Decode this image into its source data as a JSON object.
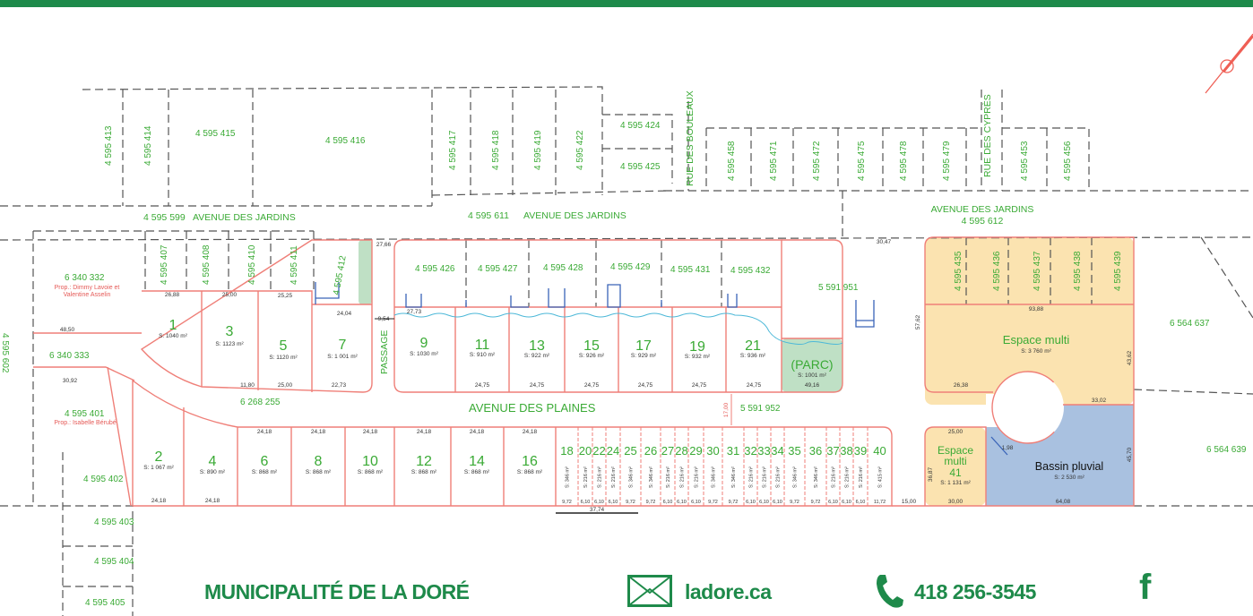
{
  "colors": {
    "brand_green": "#1e8a4a",
    "label_green": "#3aaa35",
    "lot_line": "#ef7f78",
    "multi_yellow": "#fbe3b0",
    "park_green": "#bfe0c5",
    "basin_blue": "#a9c1e0"
  },
  "top_lots": {
    "l413": "4 595 413",
    "l414": "4 595 414",
    "l415": "4 595 415",
    "l416": "4 595 416",
    "l417": "4 595 417",
    "l418": "4 595 418",
    "l419": "4 595 419",
    "l422": "4 595 422",
    "l424": "4 595 424",
    "l425": "4 595 425",
    "l458": "4 595 458",
    "l471": "4 595 471",
    "l472": "4 595 472",
    "l475": "4 595 475",
    "l478": "4 595 478",
    "l479": "4 595 479",
    "l453": "4 595 453",
    "l456": "4 595 456"
  },
  "streets": {
    "jardins_left_id": "4 595 599",
    "jardins_left": "AVENUE DES JARDINS",
    "jardins_mid_id": "4 595 611",
    "jardins_mid": "AVENUE DES JARDINS",
    "jardins_right": "AVENUE DES JARDINS",
    "jardins_right_id": "4 595 612",
    "bouleaux": "RUE DES BOULEAUX",
    "cypres": "RUE DES CYPRÈS",
    "plaines": "AVENUE DES PLAINES",
    "plaines_id": "5 591 952",
    "road_west_id": "6 268 255",
    "passage": "PASSAGE"
  },
  "middle_lots": {
    "l407": "4 595 407",
    "l408": "4 595 408",
    "l410": "4 595 410",
    "l411": "4 595 411",
    "l412": "4 595 412",
    "l426": "4 595 426",
    "l427": "4 595 427",
    "l428": "4 595 428",
    "l429": "4 595 429",
    "l431": "4 595 431",
    "l432": "4 595 432",
    "l951": "5 591 951",
    "l435": "4 595 435",
    "l436": "4 595 436",
    "l437": "4 595 437",
    "l438": "4 595 438",
    "l439": "4 595 439"
  },
  "west_lots": {
    "l332": "6 340 332",
    "l332_owner1": "Prop.: Dimmy Lavoie et",
    "l332_owner2": "Valentine Asselin",
    "l333": "6 340 333",
    "l401": "4 595 401",
    "l401_owner": "Prop.: Isabelle Bérubé",
    "l402": "4 595 402",
    "l403": "4 595 403",
    "l404": "4 595 404",
    "l405": "4 595 405",
    "l602": "4 595 602"
  },
  "east_lots": {
    "l637": "6 564 637",
    "l639": "6 564 639"
  },
  "north_row": [
    {
      "num": "1",
      "area": "S: 1040 m²"
    },
    {
      "num": "3",
      "area": "S: 1123 m²"
    },
    {
      "num": "5",
      "area": "S: 1120 m²"
    },
    {
      "num": "7",
      "area": "S: 1 001 m²"
    },
    {
      "num": "9",
      "area": "S: 1030 m²"
    },
    {
      "num": "11",
      "area": "S: 910 m²"
    },
    {
      "num": "13",
      "area": "S: 922 m²"
    },
    {
      "num": "15",
      "area": "S: 926 m²"
    },
    {
      "num": "17",
      "area": "S: 929 m²"
    },
    {
      "num": "19",
      "area": "S: 932 m²"
    },
    {
      "num": "21",
      "area": "S: 936 m²"
    }
  ],
  "south_row": [
    {
      "num": "2",
      "area": "S: 1 067 m²"
    },
    {
      "num": "4",
      "area": "S: 890 m²"
    },
    {
      "num": "6",
      "area": "S: 868 m²"
    },
    {
      "num": "8",
      "area": "S: 868 m²"
    },
    {
      "num": "10",
      "area": "S: 868 m²"
    },
    {
      "num": "12",
      "area": "S: 868 m²"
    },
    {
      "num": "14",
      "area": "S: 868 m²"
    },
    {
      "num": "16",
      "area": "S: 868 m²"
    }
  ],
  "narrow_lots": [
    {
      "num": "18",
      "area": "S: 346 m²",
      "width": "9,72"
    },
    {
      "num": "20",
      "area": "S: 216 m²",
      "width": "6,10"
    },
    {
      "num": "22",
      "area": "S: 216 m²",
      "width": "6,10"
    },
    {
      "num": "24",
      "area": "S: 216 m²",
      "width": "6,10"
    },
    {
      "num": "25",
      "area": "S: 346 m²",
      "width": "9,72"
    },
    {
      "num": "26",
      "area": "S: 346 m²",
      "width": "9,72"
    },
    {
      "num": "27",
      "area": "S: 216 m²",
      "width": "6,10"
    },
    {
      "num": "28",
      "area": "S: 216 m²",
      "width": "6,10"
    },
    {
      "num": "29",
      "area": "S: 216 m²",
      "width": "6,10"
    },
    {
      "num": "30",
      "area": "S: 346 m²",
      "width": "9,72"
    },
    {
      "num": "31",
      "area": "S: 346 m²",
      "width": "9,72"
    },
    {
      "num": "32",
      "area": "S: 216 m²",
      "width": "6,10"
    },
    {
      "num": "33",
      "area": "S: 216 m²",
      "width": "6,10"
    },
    {
      "num": "34",
      "area": "S: 216 m²",
      "width": "6,10"
    },
    {
      "num": "35",
      "area": "S: 346 m²",
      "width": "9,72"
    },
    {
      "num": "36",
      "area": "S: 346 m²",
      "width": "9,72"
    },
    {
      "num": "37",
      "area": "S: 216 m²",
      "width": "6,10"
    },
    {
      "num": "38",
      "area": "S: 216 m²",
      "width": "6,10"
    },
    {
      "num": "39",
      "area": "S: 216 m²",
      "width": "6,10"
    },
    {
      "num": "40",
      "area": "S: 415 m²",
      "width": "11,72"
    }
  ],
  "special": {
    "park": "(PARC)",
    "park_area": "S: 1001 m²",
    "multi": "Espace multi",
    "multi_area": "S: 3 760 m²",
    "multi41_a": "Espace",
    "multi41_b": "multi",
    "multi41_c": "41",
    "multi41_area": "S: 1 131 m²",
    "basin": "Bassin pluvial",
    "basin_area": "S: 2 530 m²"
  },
  "dimensions": {
    "d1": "26,88",
    "d2": "25,00",
    "d3": "25,25",
    "d4": "48,50",
    "d5": "30,92",
    "d6": "24,04",
    "d7": "22,73",
    "d8": "25,00",
    "d9": "11,80",
    "d10": "27,73",
    "d11": "24,75",
    "d12": "24,18",
    "d13": "37,74",
    "d14": "30,47",
    "d15": "27,66",
    "d16": "93,88",
    "d17": "26,38",
    "d18": "33,02",
    "d19": "49,16",
    "d20": "25,00",
    "d21": "30,00",
    "d22": "64,08",
    "d23": "15,00",
    "d24": "17,00",
    "d25": "9,54",
    "d26": "45,70",
    "d27": "57,62",
    "d28": "36,87",
    "d29": "1,98",
    "d30": "43,62"
  },
  "footer": {
    "municipality": "MUNICIPALITÉ DE LA DORÉ",
    "website": "ladore.ca",
    "phone": "418 256-3545",
    "facebook": "f"
  }
}
